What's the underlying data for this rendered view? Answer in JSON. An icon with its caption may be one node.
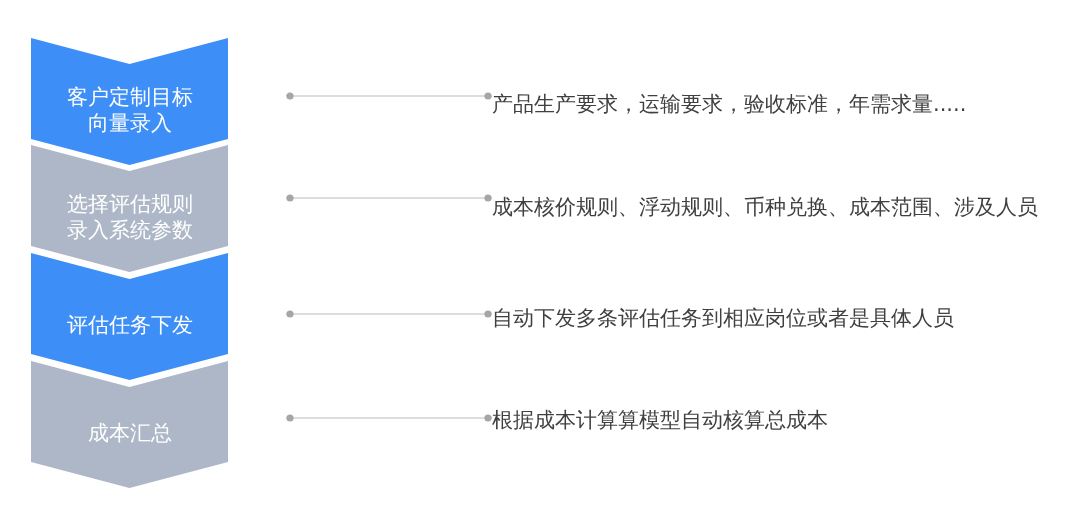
{
  "diagram": {
    "nodes": [
      {
        "text": [
          "客户定制目标向量录入"
        ]
      },
      {
        "text": [
          "选择评估规则录入系统参数"
        ]
      },
      {
        "text": [
          "评估任务下发"
        ]
      },
      {
        "text": [
          "成本汇总"
        ]
      },
      {
        "text": [
          "产品生产要求，运输要求，验收标准，年需求量....."
        ]
      },
      {
        "text": [
          "成本核价规则、浮动规则、币种兑换、成本范围、涉及人员"
        ]
      },
      {
        "text": [
          "自动下发多条评估任务到相应岗位或者是具体人员"
        ]
      },
      {
        "text": [
          "根据成本计算算模型自动核算总成本"
        ]
      }
    ],
    "edges": [
      {
        "from": null,
        "to": 4,
        "arrow": "other"
      },
      {
        "from": null,
        "to": 5,
        "arrow": "other"
      },
      {
        "from": null,
        "to": 6,
        "arrow": "other"
      },
      {
        "from": null,
        "to": 7,
        "arrow": "other"
      }
    ]
  }
}
